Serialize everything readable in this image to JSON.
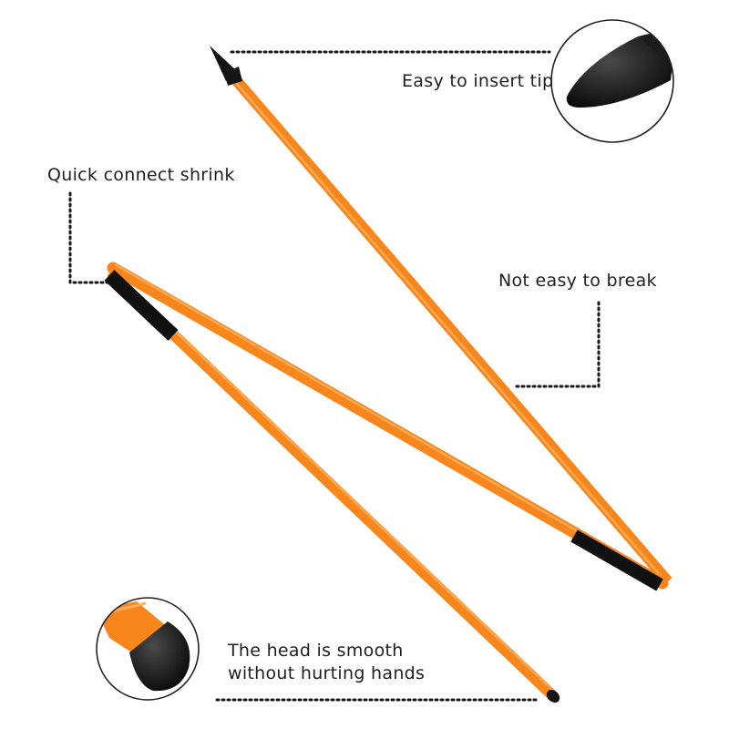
{
  "callouts": {
    "tip": "Easy to insert tip",
    "connect": "Quick connect shrink",
    "break": "Not easy to break",
    "head_line1": "The head is smooth",
    "head_line2": "without hurting hands"
  },
  "colors": {
    "rod": "#f7861c",
    "rod_highlight": "#ffb05c",
    "cap": "#111111",
    "dots": "#1a1a1a",
    "circle_border": "#222222"
  }
}
